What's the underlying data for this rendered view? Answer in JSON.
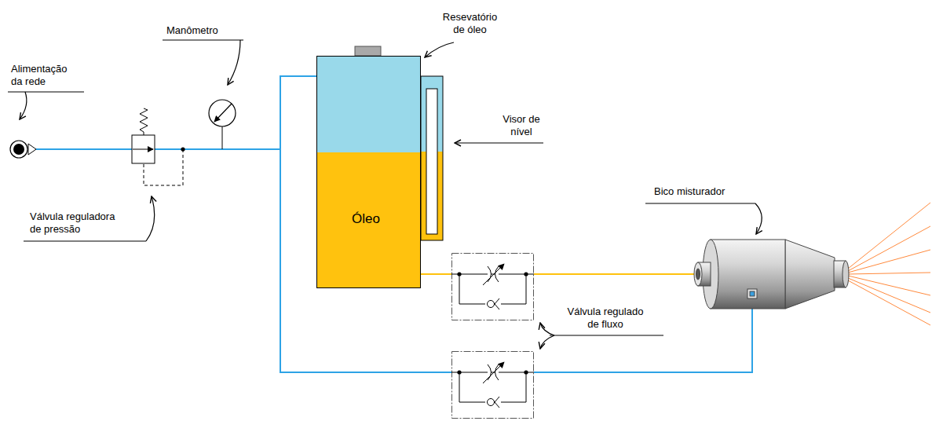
{
  "diagram": {
    "nodes": [
      {
        "text": [
          "Óleo"
        ]
      }
    ],
    "labels": [
      "Resevatório de óleo",
      "Manômetro",
      "Alimentação da rede",
      "Visor de nível",
      "Bico misturador",
      "Válvula reguladora de pressão",
      "Válvula regulado de fluxo"
    ]
  }
}
